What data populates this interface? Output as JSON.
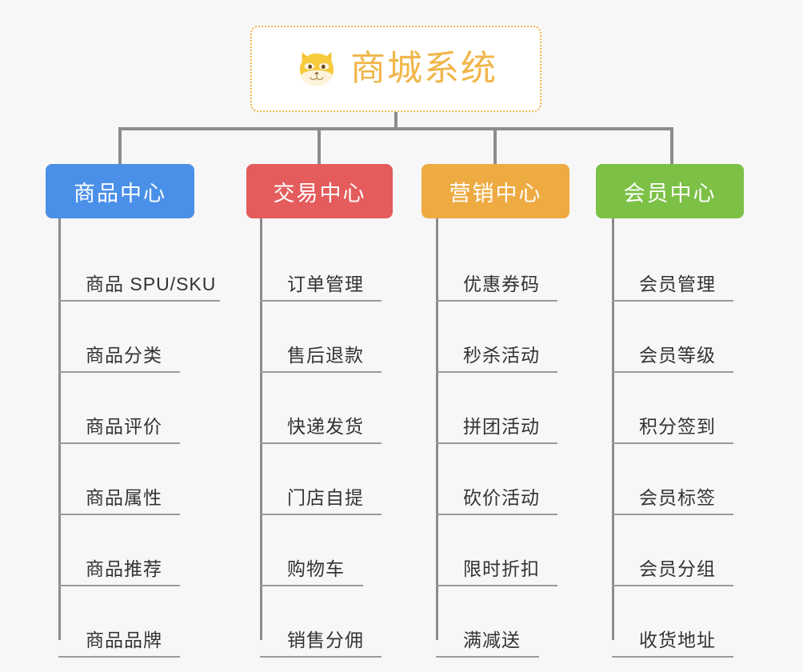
{
  "page": {
    "background_color": "#f7f7f7",
    "type": "org-chart"
  },
  "root": {
    "title": "商城系统",
    "icon": "shiba-dog-face-emoji",
    "border_color": "#f0b64a",
    "text_color": "#f0b64a",
    "background_color": "#ffffff"
  },
  "connector": {
    "color": "#8c8c8c"
  },
  "columns": [
    {
      "id": "product-center",
      "title": "商品中心",
      "color": "#4a90e8",
      "items": [
        "商品 SPU/SKU",
        "商品分类",
        "商品评价",
        "商品属性",
        "商品推荐",
        "商品品牌"
      ]
    },
    {
      "id": "trade-center",
      "title": "交易中心",
      "color": "#e45c5c",
      "items": [
        "订单管理",
        "售后退款",
        "快递发货",
        "门店自提",
        "购物车",
        "销售分佣"
      ]
    },
    {
      "id": "marketing-center",
      "title": "营销中心",
      "color": "#eeab42",
      "items": [
        "优惠券码",
        "秒杀活动",
        "拼团活动",
        "砍价活动",
        "限时折扣",
        "满减送"
      ]
    },
    {
      "id": "member-center",
      "title": "会员中心",
      "color": "#7cc council",
      "items": [
        "会员管理",
        "会员等级",
        "积分签到",
        "会员标签",
        "会员分组",
        "收货地址"
      ]
    }
  ]
}
